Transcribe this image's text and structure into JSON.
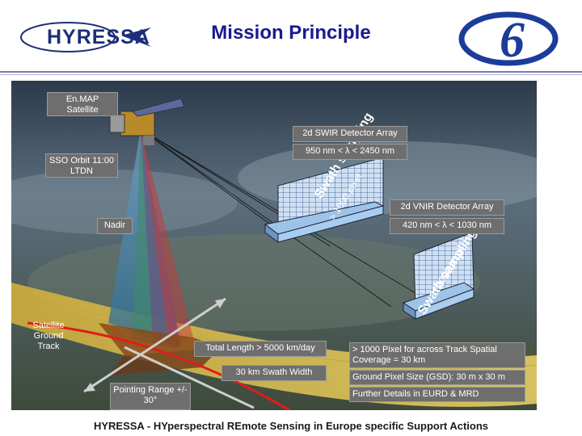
{
  "header": {
    "logo_text": "HYRESSA",
    "title": "Mission Principle"
  },
  "labels": {
    "enmap_satellite": "En.MAP Satellite",
    "sso_orbit": "SSO Orbit 11:00 LTDN",
    "swir_array": "2d SWIR Detector Array",
    "swir_range": "950 nm < λ < 2450 nm",
    "vnir_array": "2d VNIR Detector Array",
    "vnir_range": "420 nm < λ < 1030 nm",
    "nadir": "Nadir",
    "swath_sampling": "Swath sampling",
    "swath_pixels": "> 1000 pixel",
    "ground_track": "Satellite Ground Track",
    "total_length": "Total Length > 5000 km/day",
    "swath_width": "30 km Swath Width",
    "pointing_range": "Pointing Range +/- 30°",
    "spec_line_1": "> 1000 Pixel for across Track Spatial Coverage = 30 km",
    "spec_line_2": "Ground Pixel Size (GSD): 30 m x 30 m",
    "spec_line_3": "Further Details in EURD & MRD"
  },
  "footer": {
    "text": "HYRESSA - HYperspectral REmote Sensing in Europe specific Support Actions"
  },
  "colors": {
    "title": "#1a1a8c",
    "label_bg": "#6e6e6e",
    "ground_track": "#e21b1b",
    "swath_band": "#e8c64a"
  }
}
